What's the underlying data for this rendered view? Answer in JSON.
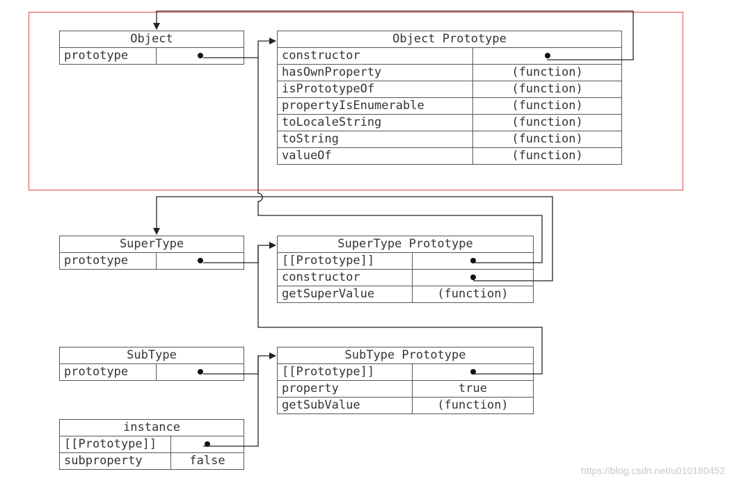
{
  "object": {
    "title": "Object",
    "rows": [
      {
        "key": "prototype",
        "value": ""
      }
    ]
  },
  "object_prototype": {
    "title": "Object Prototype",
    "rows": [
      {
        "key": "constructor",
        "value": ""
      },
      {
        "key": "hasOwnProperty",
        "value": "(function)"
      },
      {
        "key": "isPrototypeOf",
        "value": "(function)"
      },
      {
        "key": "propertyIsEnumerable",
        "value": "(function)"
      },
      {
        "key": "toLocaleString",
        "value": "(function)"
      },
      {
        "key": "toString",
        "value": "(function)"
      },
      {
        "key": "valueOf",
        "value": "(function)"
      }
    ]
  },
  "supertype": {
    "title": "SuperType",
    "rows": [
      {
        "key": "prototype",
        "value": ""
      }
    ]
  },
  "supertype_prototype": {
    "title": "SuperType Prototype",
    "rows": [
      {
        "key": "[[Prototype]]",
        "value": ""
      },
      {
        "key": "constructor",
        "value": ""
      },
      {
        "key": "getSuperValue",
        "value": "(function)"
      }
    ]
  },
  "subtype": {
    "title": "SubType",
    "rows": [
      {
        "key": "prototype",
        "value": ""
      }
    ]
  },
  "subtype_prototype": {
    "title": "SubType Prototype",
    "rows": [
      {
        "key": "[[Prototype]]",
        "value": ""
      },
      {
        "key": "property",
        "value": "true"
      },
      {
        "key": "getSubValue",
        "value": "(function)"
      }
    ]
  },
  "instance": {
    "title": "instance",
    "rows": [
      {
        "key": "[[Prototype]]",
        "value": ""
      },
      {
        "key": "subproperty",
        "value": "false"
      }
    ]
  },
  "watermark": "https://blog.csdn.net/u010180452",
  "colors": {
    "highlight_box": "#e04a4a",
    "line": "#222222",
    "border": "#555555"
  }
}
